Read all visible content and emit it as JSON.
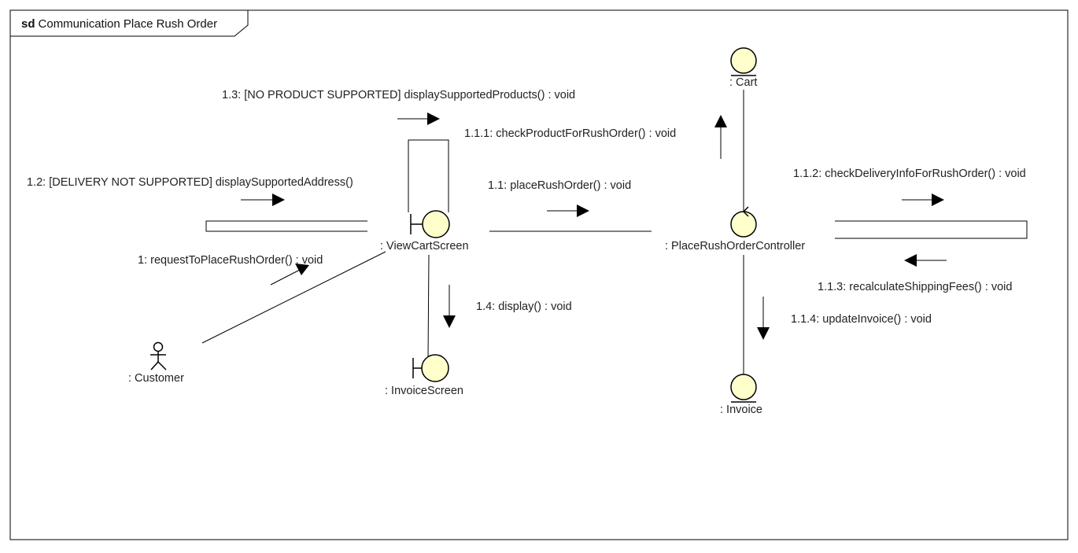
{
  "frame": {
    "keyword": "sd",
    "name": "Communication Place Rush Order"
  },
  "objects": {
    "cart": ": Cart",
    "view_cart_screen": ": ViewCartScreen",
    "place_rush_order_controller": ": PlaceRushOrderController",
    "invoice_screen": ": InvoiceScreen",
    "invoice": ": Invoice",
    "customer": ": Customer"
  },
  "messages": {
    "m1": "1: requestToPlaceRushOrder() : void",
    "m1_1": "1.1: placeRushOrder() : void",
    "m1_1_1": "1.1.1: checkProductForRushOrder() : void",
    "m1_1_2": "1.1.2: checkDeliveryInfoForRushOrder() : void",
    "m1_1_3": "1.1.3: recalculateShippingFees() : void",
    "m1_1_4": "1.1.4: updateInvoice() : void",
    "m1_2": "1.2: [DELIVERY NOT SUPPORTED] displaySupportedAddress()",
    "m1_3": "1.3: [NO PRODUCT SUPPORTED] displaySupportedProducts() : void",
    "m1_4": "1.4: display() : void"
  },
  "colors": {
    "object_fill": "#ffffcc",
    "stroke": "#000000"
  }
}
